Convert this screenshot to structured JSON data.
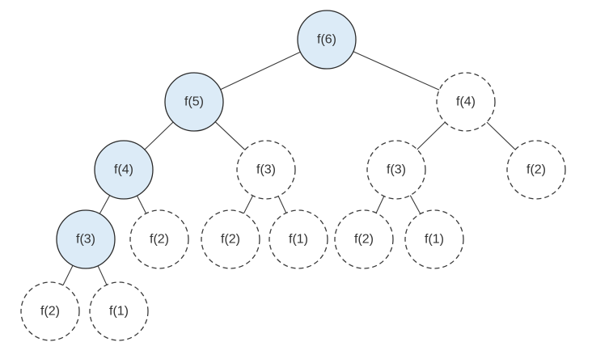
{
  "colors": {
    "memoized_fill": "#dcebf7",
    "edge": "#3a3a3a",
    "text": "#333333"
  },
  "tree": {
    "nodes": [
      {
        "id": "n1",
        "label": "f(6)",
        "style": "filled"
      },
      {
        "id": "n2",
        "label": "f(5)",
        "style": "filled"
      },
      {
        "id": "n3",
        "label": "f(4)",
        "style": "dashed"
      },
      {
        "id": "n4",
        "label": "f(4)",
        "style": "filled"
      },
      {
        "id": "n5",
        "label": "f(3)",
        "style": "dashed"
      },
      {
        "id": "n6",
        "label": "f(3)",
        "style": "dashed"
      },
      {
        "id": "n7",
        "label": "f(2)",
        "style": "dashed"
      },
      {
        "id": "n8",
        "label": "f(3)",
        "style": "filled"
      },
      {
        "id": "n9",
        "label": "f(2)",
        "style": "dashed"
      },
      {
        "id": "n10",
        "label": "f(2)",
        "style": "dashed"
      },
      {
        "id": "n11",
        "label": "f(1)",
        "style": "dashed"
      },
      {
        "id": "n12",
        "label": "f(2)",
        "style": "dashed"
      },
      {
        "id": "n13",
        "label": "f(1)",
        "style": "dashed"
      },
      {
        "id": "n14",
        "label": "f(2)",
        "style": "dashed"
      },
      {
        "id": "n15",
        "label": "f(1)",
        "style": "dashed"
      }
    ],
    "edges": [
      [
        "n1",
        "n2"
      ],
      [
        "n1",
        "n3"
      ],
      [
        "n2",
        "n4"
      ],
      [
        "n2",
        "n5"
      ],
      [
        "n3",
        "n6"
      ],
      [
        "n3",
        "n7"
      ],
      [
        "n4",
        "n8"
      ],
      [
        "n4",
        "n9"
      ],
      [
        "n5",
        "n10"
      ],
      [
        "n5",
        "n11"
      ],
      [
        "n6",
        "n12"
      ],
      [
        "n6",
        "n13"
      ],
      [
        "n8",
        "n14"
      ],
      [
        "n8",
        "n15"
      ]
    ]
  }
}
